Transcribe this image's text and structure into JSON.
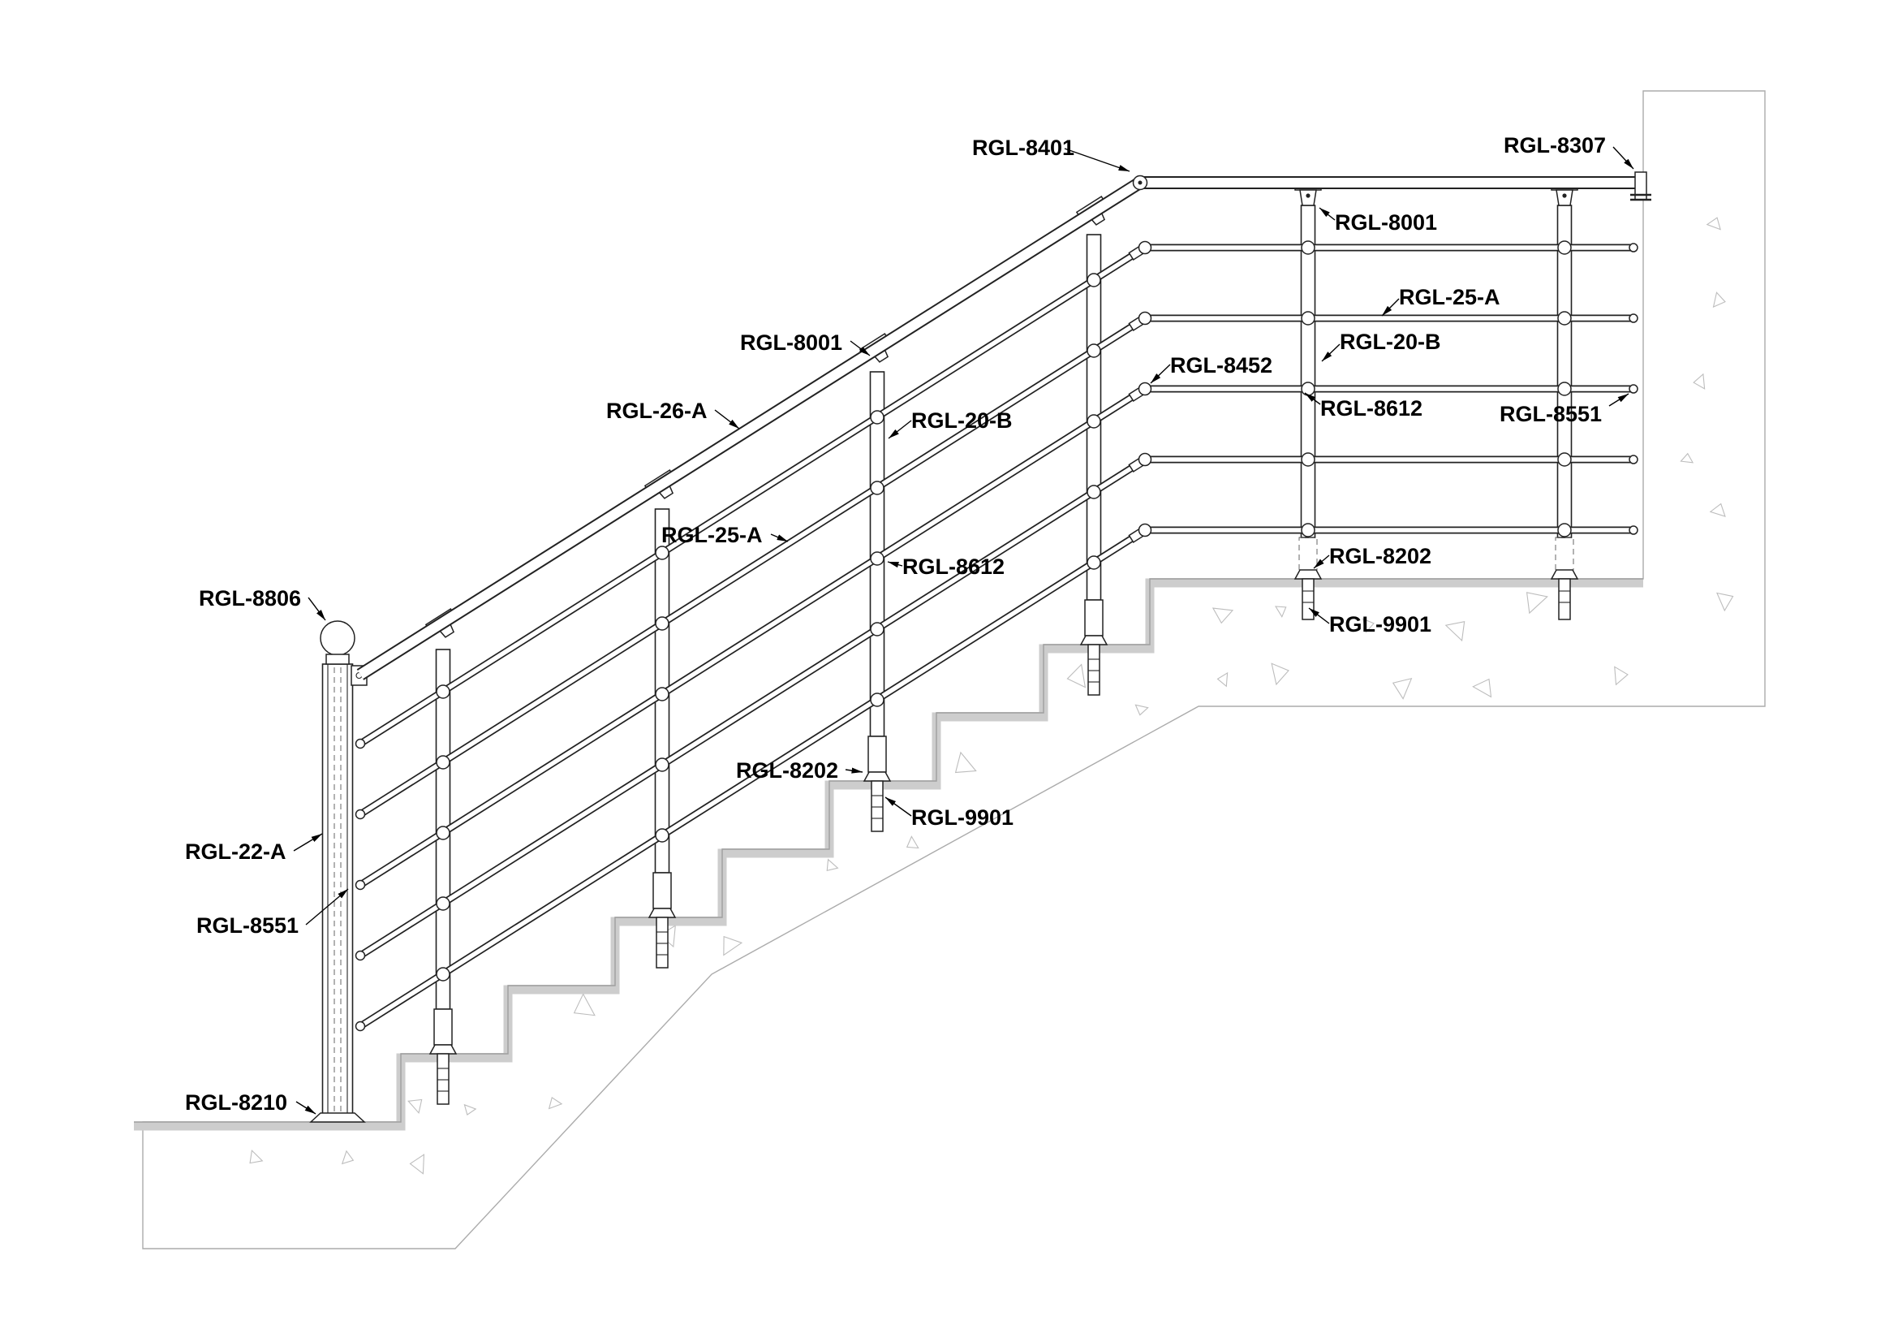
{
  "drawing": {
    "type": "stair-cable-railing-section-parts-diagram",
    "background_color": "#ffffff",
    "ink_color": "#1a1a1a",
    "concrete_line_color": "#b0b0b0",
    "surface_band_color": "#cdcdcd",
    "callouts": {
      "corner_elbow": "RGL-8401",
      "wall_flange": "RGL-8307",
      "saddle_landing": "RGL-8001",
      "infill_tube_landing": "RGL-25-A",
      "post_landing": "RGL-20-B",
      "crossover_landing": "RGL-8612",
      "end_cap_landing": "RGL-8551",
      "adjustable_connector": "RGL-8452",
      "saddle_stair": "RGL-8001",
      "handrail_stair": "RGL-26-A",
      "post_stair": "RGL-20-B",
      "infill_tube_stair": "RGL-25-A",
      "crossover_stair": "RGL-8612",
      "base_adapter_stair": "RGL-8202",
      "threaded_stud_stair": "RGL-9901",
      "base_adapter_landing": "RGL-8202",
      "threaded_stud_landing": "RGL-9901",
      "ball_finial": "RGL-8806",
      "start_post": "RGL-22-A",
      "end_cap_stair": "RGL-8551",
      "base_flange": "RGL-8210"
    }
  }
}
